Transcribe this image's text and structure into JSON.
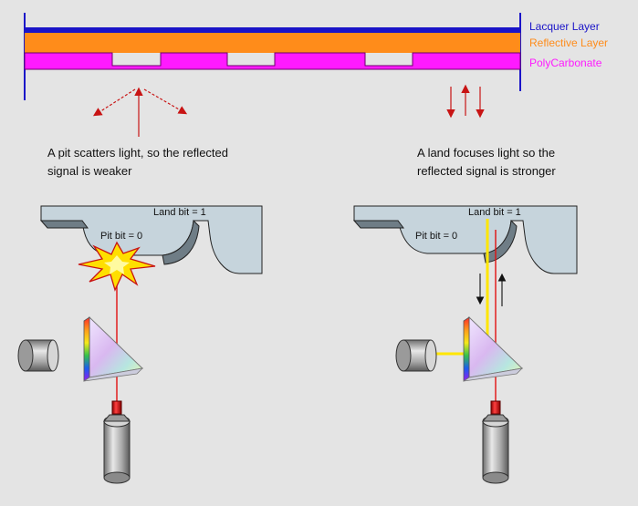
{
  "layers": [
    {
      "label": "Lacquer Layer",
      "color": "#1a14c8"
    },
    {
      "label": "Reflective Layer",
      "color": "#ff8c1a"
    },
    {
      "label": "PolyCarbonate",
      "color": "#ff1aff"
    }
  ],
  "captions": {
    "pit_line1": "A pit scatters light, so the reflected",
    "pit_line2": "signal is weaker",
    "land_line1": "A land focuses light so the",
    "land_line2": "reflected signal is stronger"
  },
  "left_panel": {
    "land_bit": "Land bit = 1",
    "pit_bit": "Pit bit = 0"
  },
  "right_panel": {
    "land_bit": "Land bit = 1",
    "pit_bit": "Pit bit = 0"
  },
  "colors": {
    "background": "#e4e4e4",
    "arrow_red": "#c81414",
    "laser_red": "#e01010",
    "beam_yellow": "#ffe600",
    "disc_face": "#c6d4dc"
  }
}
